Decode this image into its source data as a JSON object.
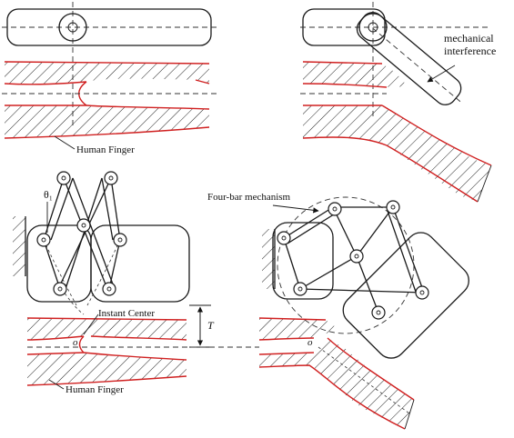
{
  "labels": {
    "mechanical_interference": [
      "mechanical",
      "interference"
    ],
    "human_finger_top": "Human Finger",
    "human_finger_bottom": "Human Finger",
    "four_bar_mechanism": "Four-bar mechanism",
    "instant_center": "Instant Center",
    "theta_symbol": "θ₁",
    "t_dimension": "T",
    "o_point_left": "o",
    "o_point_right": "o"
  },
  "colors": {
    "finger_outline": "#d02020",
    "ink": "#1a1a1a",
    "background": "#ffffff"
  }
}
